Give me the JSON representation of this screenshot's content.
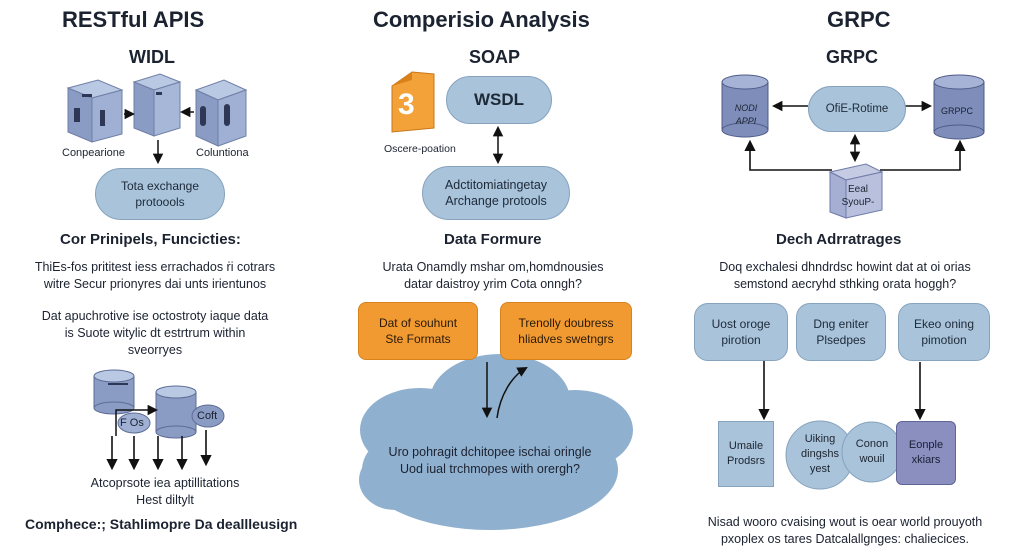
{
  "columns": {
    "left": {
      "title": "RESTful APIS",
      "subtitle": "WIDL",
      "label_left": "Conpearione",
      "label_right": "Coluntiona",
      "bubble": "Tota exchange\nprotoools",
      "heading": "Cor Prinipels, Funcicties:",
      "para1": "ThiEs-fos prititest iess errachados ṙi cotrars\nwitre Secur prionyres dai unts irientunos",
      "para2": "Dat apuchrotive ise octostroty iaque data\nis Suote witylic dt estrtrum within\nsveorryes",
      "db_label_1": "F Os",
      "db_label_2": "Coft",
      "caption": "Atcoprsote iea aptillitations\nHest diltylt",
      "footer": "Comphece:; Stahlimopre Da deallleusign"
    },
    "middle": {
      "title": "Comperisio  Analysis",
      "subtitle": "SOAP",
      "doc_number": "3",
      "wsdl": "WSDL",
      "doc_caption": "Oscere-poation",
      "bubble": "Adctitomiatingetay\nArchange protools",
      "heading": "Data Formure",
      "para": "Urata Onamdly mshar om,homdnousies\ndatar daistroy yrim Cota onngh?",
      "box_left": "Dat of souhunt\nSte Formats",
      "box_right": "Trenolly doubress\nhliadves swetngrs",
      "cloud_text": "Uro pohragit dchitopee ischai oringle\nUod iual trchmopes with orergh?"
    },
    "right": {
      "title": "GRPC",
      "subtitle": "GRPC",
      "cyl_left": "NODI\nAPPI",
      "center": "OfiE-Rotime",
      "cyl_right": "GRPPC",
      "cube": "Eeal\nSyouP-",
      "heading": "Dech Adrratrages",
      "para": "Doq exchalesi dhndrdsc howint dat at oi orias\nsemstond aecryhd sthking orata hoggh?",
      "box1": "Uost oroge\npirotion",
      "box2": "Dng eniter\nPlsedpes",
      "box3": "Ekeo oning\npimotion",
      "lower1": "Umaile\nProdsrs",
      "circle1": "Uiking\ndingshs\nyest",
      "circle2": "Conon\nwouil",
      "lower_dark": "Eonple\nxkiars",
      "footer": "Nisad wooro cvaising wout is oear world prouyoth\npxoplex os tares Datcalallgnges: chaliecices."
    }
  },
  "colors": {
    "pill": "#a9c3da",
    "orange": "#f19a32",
    "slate": "#8595bd",
    "dark_slate": "#6f7aa8"
  }
}
